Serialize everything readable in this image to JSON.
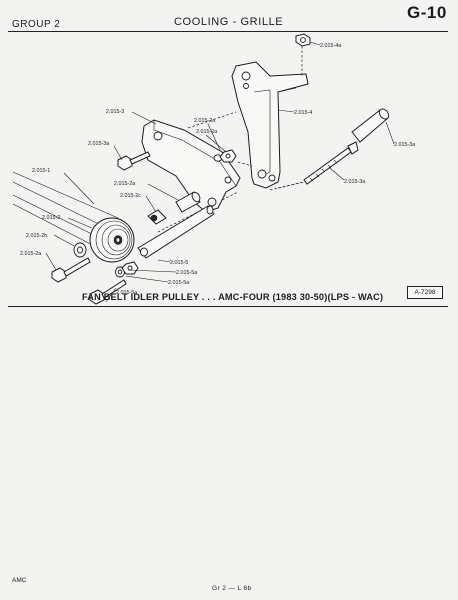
{
  "header": {
    "group": "GROUP 2",
    "title": "COOLING - GRILLE",
    "page_code": "G-10"
  },
  "callouts": {
    "c_4a": "2.015-4a",
    "c_4": "2.015-4",
    "c_3a_right": "2.015-3a",
    "c_3a_bottom": "2.015-3a",
    "c_3": "2.015-3",
    "c_2a_a": "2.015-2a",
    "c_2a_b": "2.015-2a",
    "c_3a_left": "2.015-3a",
    "c_1": "2.015-1",
    "c_2a_c": "2.015-2a",
    "c_2c": "2.015-2c",
    "c_2": "2.015-2",
    "c_2b": "2.015-2b",
    "c_2a_d": "2.015-2a",
    "c_5": "2.015-5",
    "c_5a_a": "2.015-5a",
    "c_5a_b": "2.015-5a",
    "c_5a_c": "2.015-5a"
  },
  "caption": "FAN BELT IDLER PULLEY . . . AMC-FOUR (1983  30-50)(LPS - WAC)",
  "figure_ref": "A-7298",
  "footer": {
    "left": "AMC",
    "center": "Gr 2 — L 6b"
  }
}
